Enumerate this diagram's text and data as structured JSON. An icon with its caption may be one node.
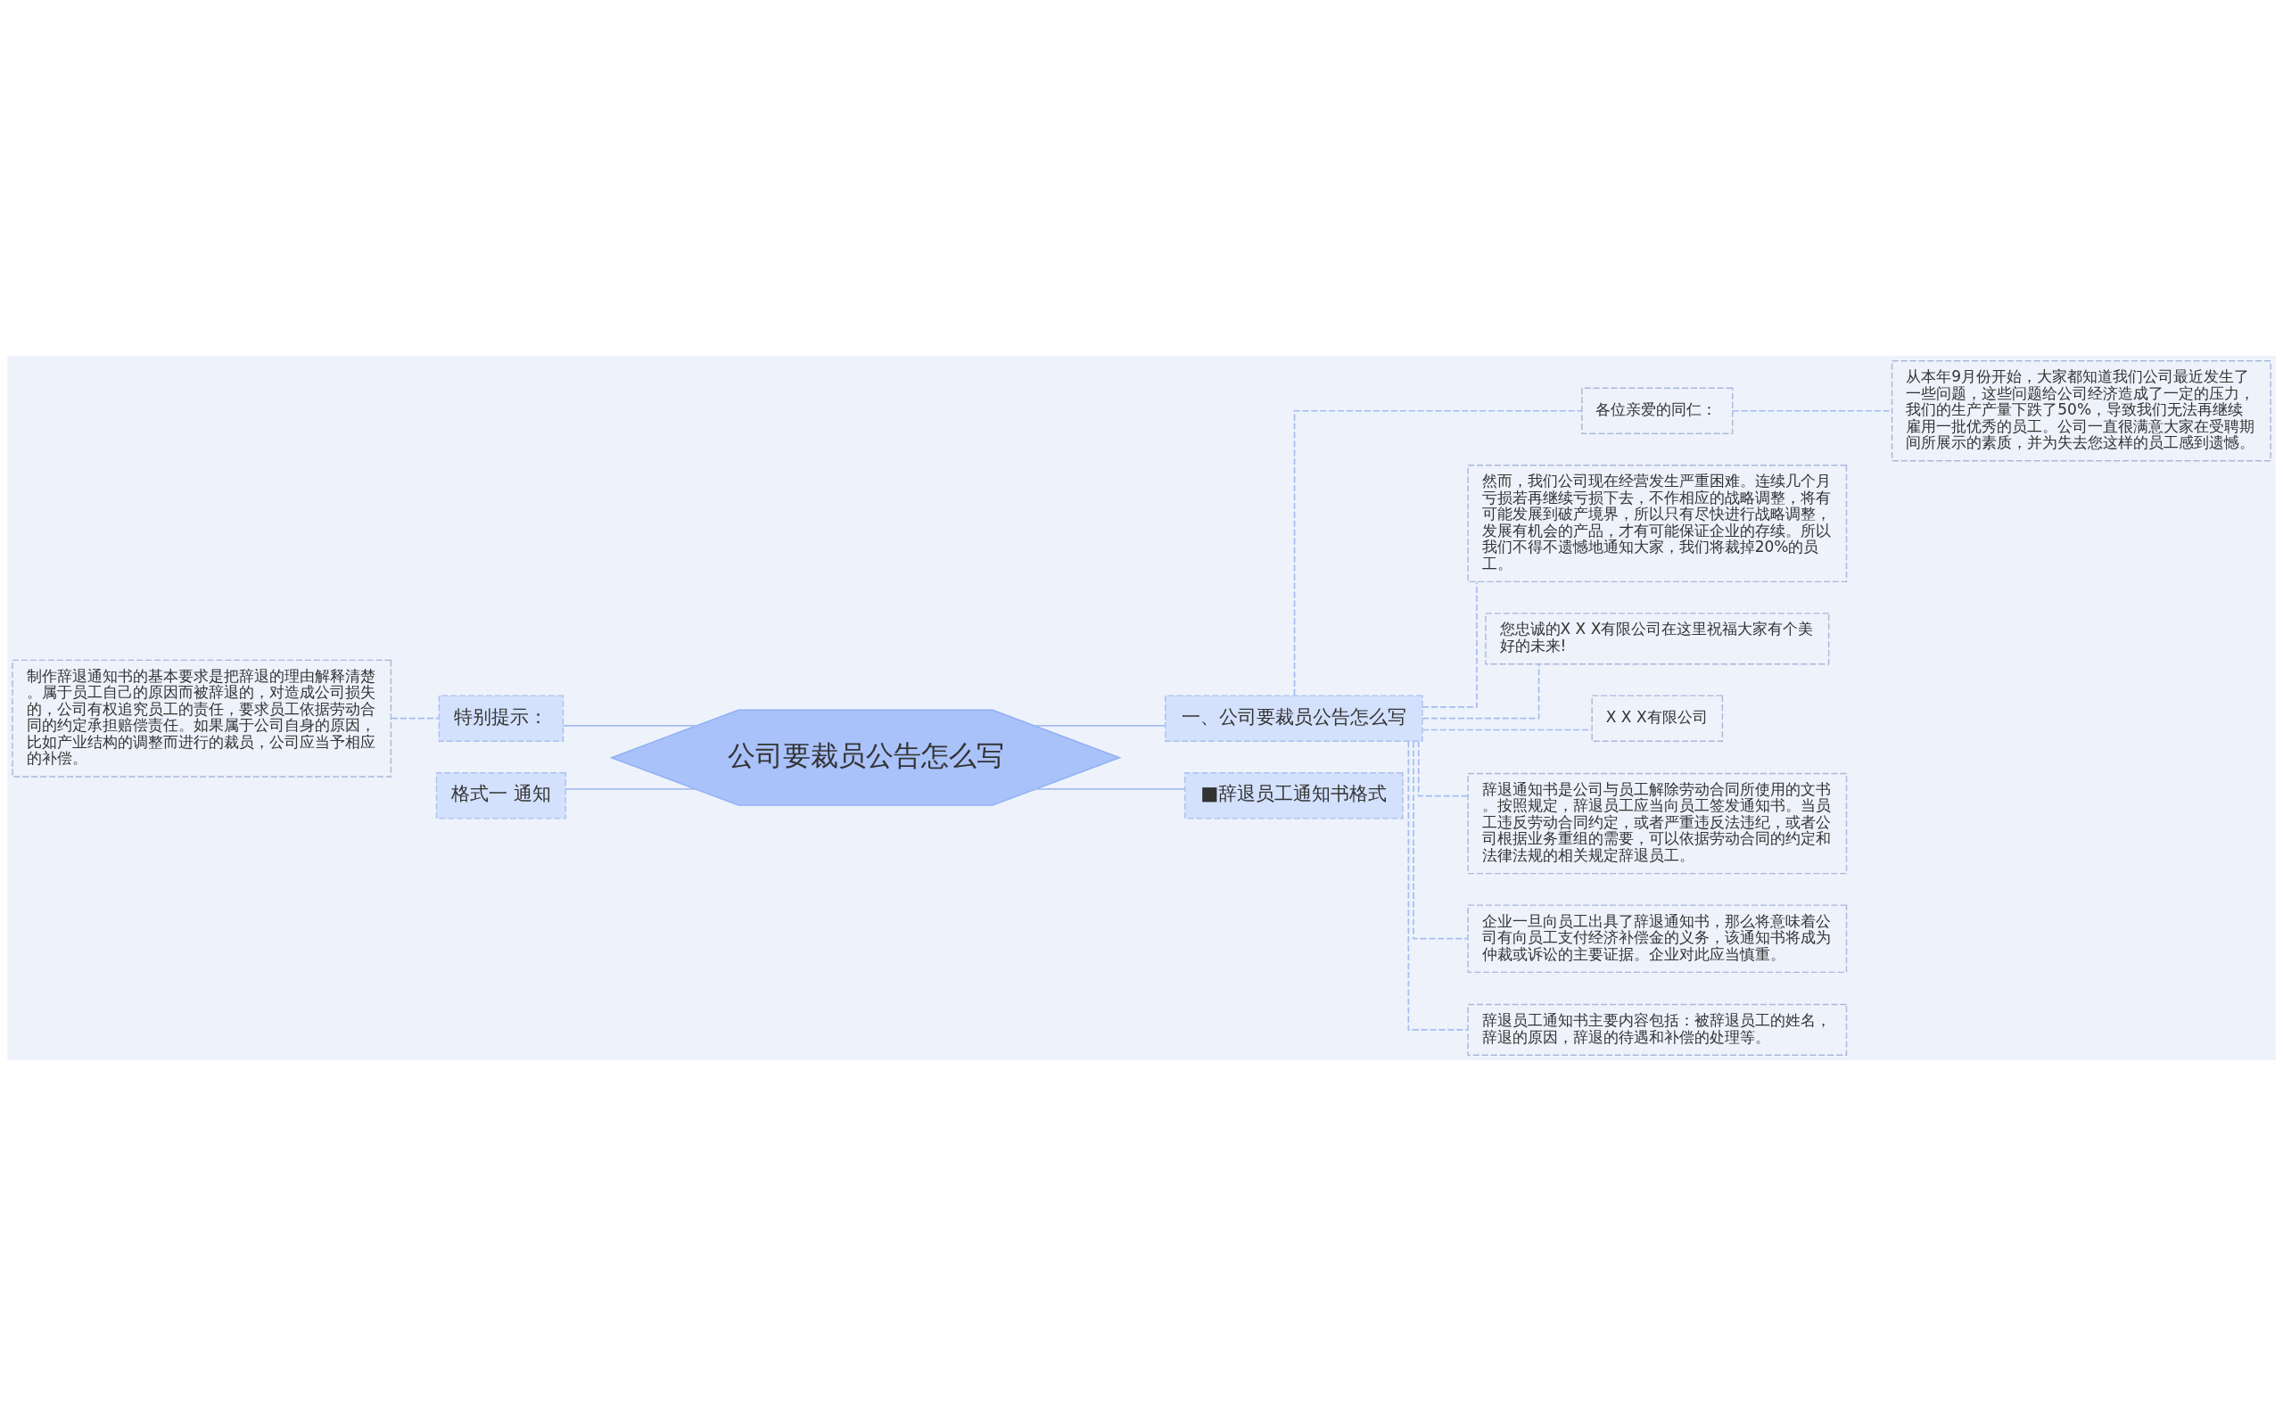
{
  "diagram": {
    "nodes": [
      {
        "text": [
          "公司要裁员公告怎么写"
        ]
      },
      {
        "text": [
          "一、公司要裁员公告怎么写"
        ]
      },
      {
        "text": [
          "各位亲爱的同仁："
        ]
      },
      {
        "text": [
          "从本年9月份开始，大家都知道我们公司最近发生了一些问题，这些问题给公司经济造成了一定的压力，我们的生产产量下跌了50%，导致我们无法再继续雇用一批优秀的员工。公司一直很满意大家在受聘期间所展示的素质，并为失去您这样的员工感到遗憾。"
        ]
      },
      {
        "text": [
          "然而，我们公司现在经营发生严重困难。连续几个月亏损若再继续亏损下去，不作相应的战略调整，将有可能发展到破产境界，所以只有尽快进行战略调整，发展有机会的产品，才有可能保证企业的存续。所以我们不得不遗憾地通知大家，我们将裁掉20%的员工。"
        ]
      },
      {
        "text": [
          "您忠诚的X X X有限公司在这里祝福大家有个美好的未来!"
        ]
      },
      {
        "text": [
          "X X X有限公司"
        ]
      },
      {
        "text": [
          "辞退通知书是公司与员工解除劳动合同所使用的文书。按照规定，辞退员工应当向员工签发通知书。当员工违反劳动合同约定，或者严重违反法违纪，或者公司根据业务重组的需要，可以依据劳动合同的约定和法律法规的相关规定辞退员工。"
        ]
      },
      {
        "text": [
          "企业一旦向员工出具了辞退通知书，那么将意味着公司有向员工支付经济补偿金的义务，该通知书将成为仲裁或诉讼的主要证据。企业对此应当慎重。"
        ]
      },
      {
        "text": [
          "辞退员工通知书主要内容包括：被辞退员工的姓名，辞退的原因，辞退的待遇和补偿的处理等。"
        ]
      },
      {
        "text": [
          "■辞退员工通知书格式"
        ]
      },
      {
        "text": [
          "特别提示："
        ]
      },
      {
        "text": [
          "制作辞退通知书的基本要求是把辞退的理由解释清楚。属于员工自己的原因而被辞退的，对造成公司损失的，公司有权追究员工的责任，要求员工依据劳动合同的约定承担赔偿责任。如果属于公司自身的原因，比如产业结构的调整而进行的裁员，公司应当予相应的补偿。"
        ]
      },
      {
        "text": [
          "格式一 通知"
        ]
      }
    ],
    "edges": [
      {
        "from": 0,
        "to": 1,
        "arrow": "none"
      },
      {
        "from": 1,
        "to": 2,
        "arrow": "none",
        "style": "dashed"
      },
      {
        "from": 2,
        "to": 3,
        "arrow": "none",
        "style": "dashed"
      },
      {
        "from": 1,
        "to": 4,
        "arrow": "none",
        "style": "dashed"
      },
      {
        "from": 1,
        "to": 5,
        "arrow": "none",
        "style": "dashed"
      },
      {
        "from": 1,
        "to": 6,
        "arrow": "none",
        "style": "dashed"
      },
      {
        "from": 1,
        "to": 7,
        "arrow": "none",
        "style": "dashed"
      },
      {
        "from": 1,
        "to": 8,
        "arrow": "none",
        "style": "dashed"
      },
      {
        "from": 1,
        "to": 9,
        "arrow": "none",
        "style": "dashed"
      },
      {
        "from": 0,
        "to": 10,
        "arrow": "none"
      },
      {
        "from": 0,
        "to": 11,
        "arrow": "none"
      },
      {
        "from": 11,
        "to": 12,
        "arrow": "none",
        "style": "dashed"
      },
      {
        "from": 0,
        "to": 13,
        "arrow": "none"
      }
    ]
  }
}
